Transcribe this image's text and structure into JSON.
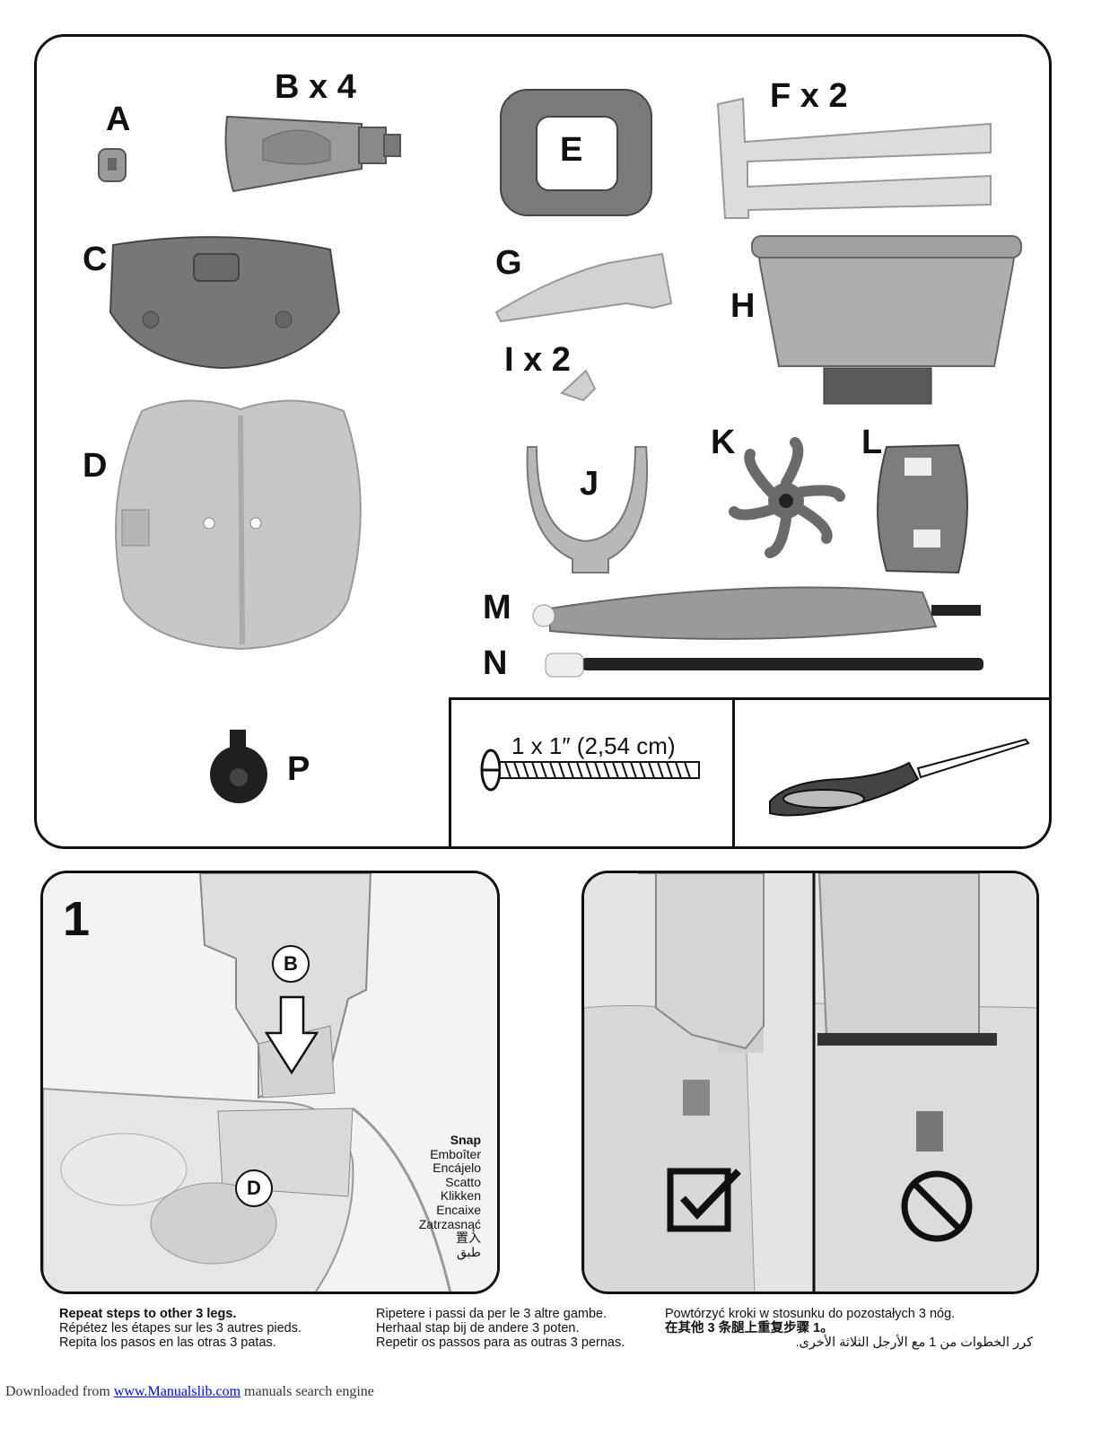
{
  "parts": {
    "A": "A",
    "B": "B x 4",
    "C": "C",
    "D": "D",
    "E": "E",
    "F": "F x 2",
    "G": "G",
    "H": "H",
    "I": "I x 2",
    "J": "J",
    "K": "K",
    "L": "L",
    "M": "M",
    "N": "N",
    "P": "P"
  },
  "hardware": {
    "screw_label": "1 x 1″ (2,54 cm)"
  },
  "step1": {
    "number": "1",
    "callout_b": "B",
    "callout_d": "D",
    "snap_words": [
      "Snap",
      "Emboîter",
      "Encájelo",
      "Scatto",
      "Klikken",
      "Encaixe",
      "Zatrzasnąć",
      "置入",
      "طبق"
    ]
  },
  "instructions": {
    "col1": [
      "Repeat steps to other 3 legs.",
      "Répétez les étapes sur les 3 autres pieds.",
      "Repita los pasos en las otras 3 patas."
    ],
    "col2": [
      "Ripetere i passi da per le 3 altre gambe.",
      "Herhaal stap bij de andere 3 poten.",
      "Repetir os passos para as outras 3 pernas."
    ],
    "col3": [
      "Powtórzyć kroki w stosunku do pozostałych 3 nóg.",
      "在其他 3 条腿上重复步骤 1。",
      "كرر الخطوات من 1 مع الأرجل الثلاثة الأخرى."
    ]
  },
  "footer": {
    "prefix": "Downloaded from ",
    "link": "www.Manualslib.com",
    "suffix": " manuals search engine"
  }
}
